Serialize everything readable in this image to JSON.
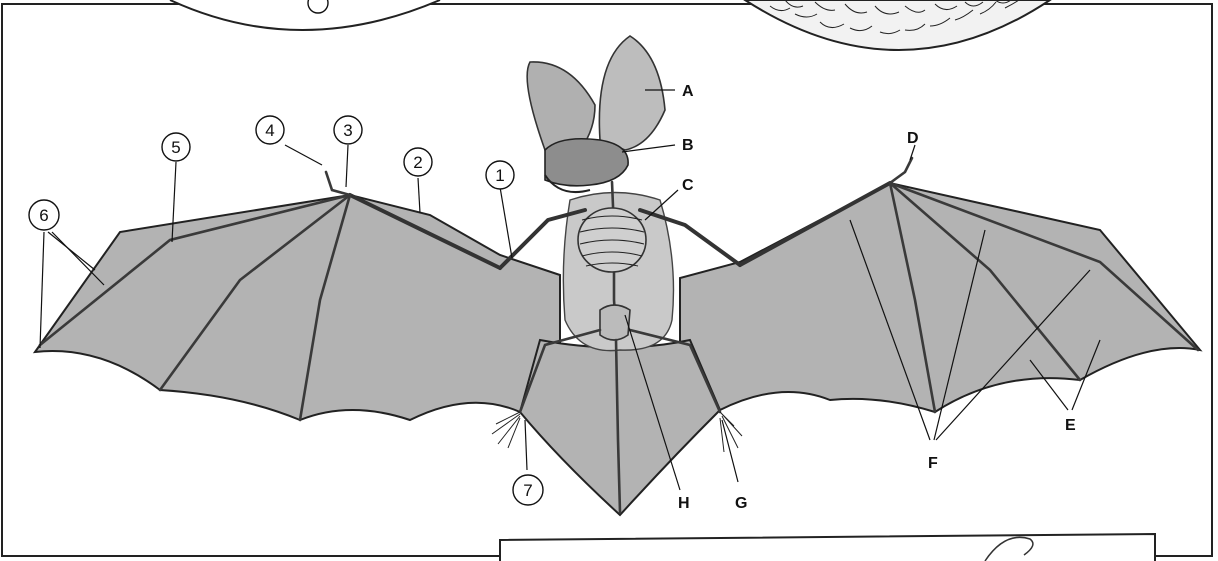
{
  "diagram": {
    "letter_labels": [
      "A",
      "B",
      "C",
      "D",
      "E",
      "F",
      "G",
      "H"
    ],
    "number_labels": [
      "1",
      "2",
      "3",
      "4",
      "5",
      "6",
      "7"
    ]
  }
}
